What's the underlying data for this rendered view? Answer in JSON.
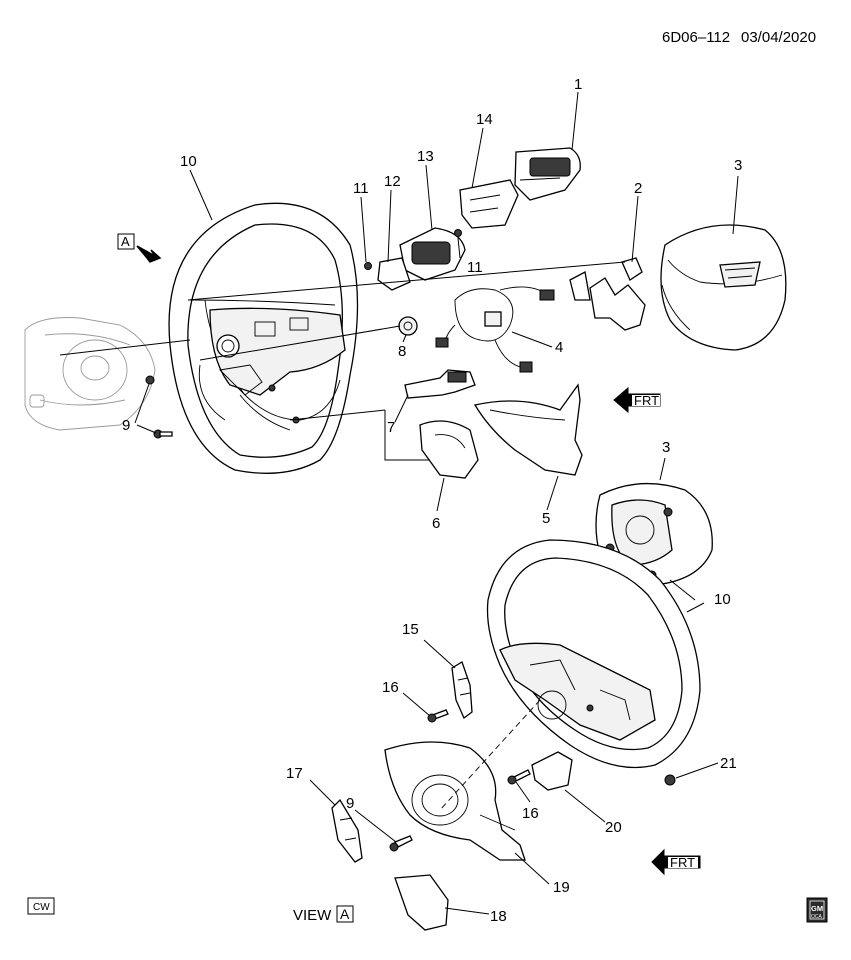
{
  "header": {
    "diagram_id": "6D06–112",
    "date": "03/04/2020"
  },
  "footer": {
    "cw_badge": "CW",
    "view_label": "VIEW",
    "view_letter": "A",
    "brand_top": "GM",
    "brand_bottom": "OCA"
  },
  "view_marker": {
    "letter": "A"
  },
  "direction_arrows": {
    "label": "FRT"
  },
  "callouts": {
    "c1": "1",
    "c2": "2",
    "c3a": "3",
    "c3b": "3",
    "c4": "4",
    "c5": "5",
    "c6": "6",
    "c7": "7",
    "c8": "8",
    "c9a": "9",
    "c9b": "9",
    "c10a": "10",
    "c10b": "10",
    "c11a": "11",
    "c11b": "11",
    "c12": "12",
    "c13": "13",
    "c14": "14",
    "c15": "15",
    "c16a": "16",
    "c16b": "16",
    "c17": "17",
    "c18": "18",
    "c19": "19",
    "c20": "20",
    "c21": "21"
  }
}
